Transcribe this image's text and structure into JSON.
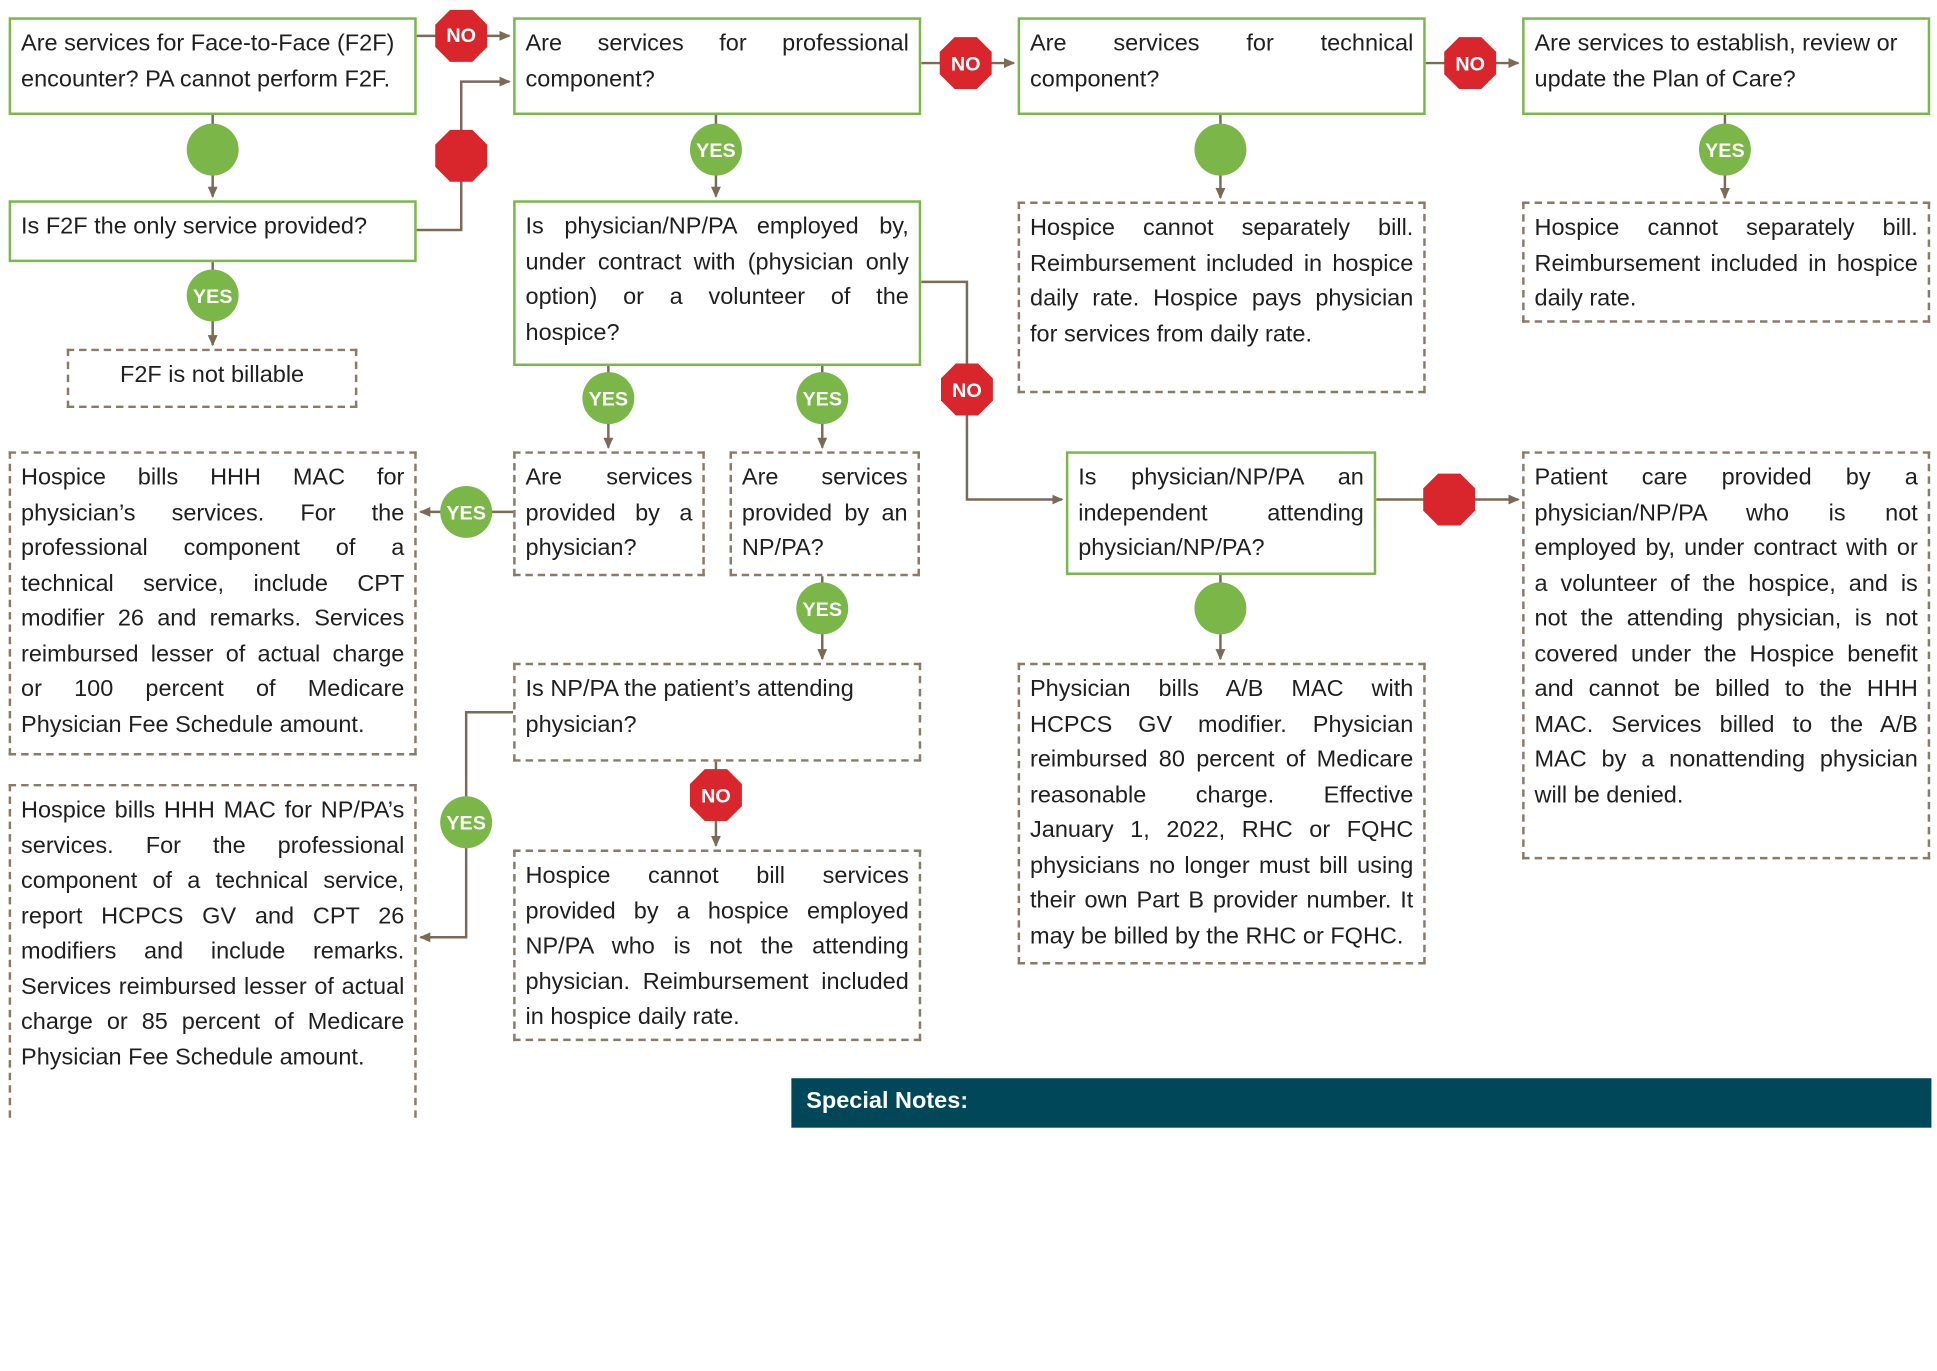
{
  "diagram": {
    "nodes": {
      "q_f2f": "Are services for Face-to-Face (F2F) encounter? PA cannot perform F2F.",
      "q_prof": "Are services for professional component?",
      "q_tech": "Are services for technical component?",
      "q_poc": "Are services to establish, review or update the Plan of Care?",
      "q_f2f_only": "Is F2F the only service provided?",
      "r_f2f_not_billable": "F2F is not billable",
      "q_employed": "Is physician/NP/PA employed by, under contract with (physician only option) or a volunteer of the hospice?",
      "r_tech": "Hospice cannot separately bill. Reimbursement included in hospice daily rate. Hospice pays physician for services from daily rate.",
      "r_poc": "Hospice cannot separately bill. Reimbursement included in hospice daily rate.",
      "r_hospice_physician": "Hospice bills HHH MAC for physician’s services. For the professional component of a technical service, include CPT modifier 26 and remarks. Services reimbursed lesser of actual charge or 100 percent of Medicare Physician Fee Schedule amount.",
      "q_by_physician": "Are services provided by a physician?",
      "q_by_nppa": "Are services provided by an NP/PA?",
      "q_independent": "Is physician/NP/PA an independent attending physician/NP/PA?",
      "r_not_covered": "Patient care provided by a physician/NP/PA who is not employed by, under contract with or a volunteer of the hospice, and is not the attending physician, is not covered under the Hospice benefit and cannot be billed to the HHH MAC. Services billed to the A/B MAC by a nonattending physician will be denied.",
      "q_nppa_attending": "Is NP/PA the patient’s attending physician?",
      "r_hospice_nppa": "Hospice bills HHH MAC for NP/PA’s services. For the professional component of a technical service, report HCPCS GV and CPT 26 modifiers and include remarks. Services reimbursed lesser of actual charge or 85 percent of Medicare Physician Fee Schedule amount.",
      "r_cannot_bill_nppa": "Hospice cannot bill services provided by a hospice employed NP/PA who is not the attending physician. Reimbursement included in hospice daily rate.",
      "r_ab_mac": "Physician bills A/B MAC with HCPCS GV modifier. Physician reimbursed 80 percent of Medicare reasonable charge. Effective January 1, 2022, RHC or FQHC physicians no longer must bill using their own Part B provider number. It may be billed by the RHC or FQHC."
    },
    "labels": {
      "yes": "YES",
      "no": "NO"
    },
    "special_notes_title": "Special Notes:"
  },
  "colors": {
    "green": "#7ab648",
    "red": "#d9252c",
    "arrow": "#7a6a56",
    "dash": "#8a7a68",
    "notes_bg": "#00475a"
  }
}
